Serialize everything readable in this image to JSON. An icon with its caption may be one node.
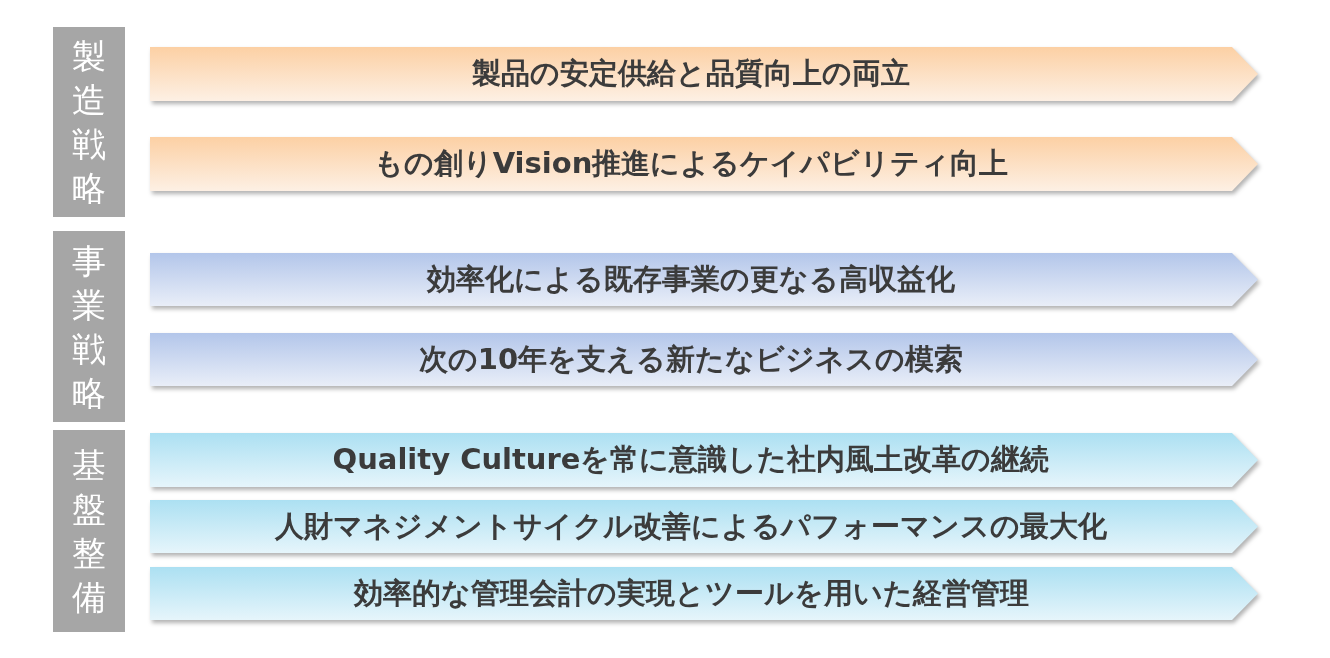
{
  "diagram": {
    "nodes": [
      {
        "text": [
          "製造戦略"
        ]
      },
      {
        "text": [
          "製品の安定供給と品質向上の両立"
        ]
      },
      {
        "text": [
          "もの創りVision推進によるケイパビリティ向上"
        ]
      },
      {
        "text": [
          "事業戦略"
        ]
      },
      {
        "text": [
          "効率化による既存事業の更なる高収益化"
        ]
      },
      {
        "text": [
          "次の10年を支える新たなビジネスの模索"
        ]
      },
      {
        "text": [
          "基盤整備"
        ]
      },
      {
        "text": [
          "Quality Cultureを常に意識した社内風土改革の継続"
        ]
      },
      {
        "text": [
          "人財マネジメントサイクル改善によるパフォーマンスの最大化"
        ]
      },
      {
        "text": [
          "効率的な管理会計の実現とツールを用いた経営管理"
        ]
      }
    ]
  }
}
